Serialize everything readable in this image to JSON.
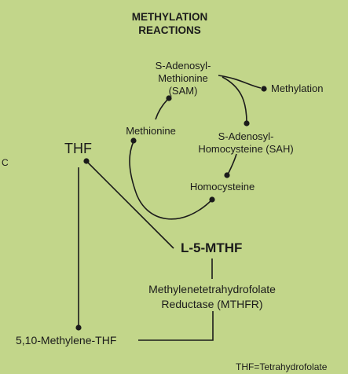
{
  "title_line1": "METHYLATION",
  "title_line2": "REACTIONS",
  "sam_line1": "S-Adenosyl-",
  "sam_line2": "Methionine",
  "sam_line3": "(SAM)",
  "methylation": "Methylation",
  "methionine": "Methionine",
  "sah_line1": "S-Adenosyl-",
  "sah_line2": "Homocysteine (SAH)",
  "homocysteine": "Homocysteine",
  "thf": "THF",
  "l5mthf": "L-5-MTHF",
  "mthfr_line1": "Methylenetetrahydrofolate",
  "mthfr_line2": "Reductase (MTHFR)",
  "methylene_thf": "5,10-Methylene-THF",
  "footnote": "THF=Tetrahydrofolate",
  "edge_fragment": "C"
}
